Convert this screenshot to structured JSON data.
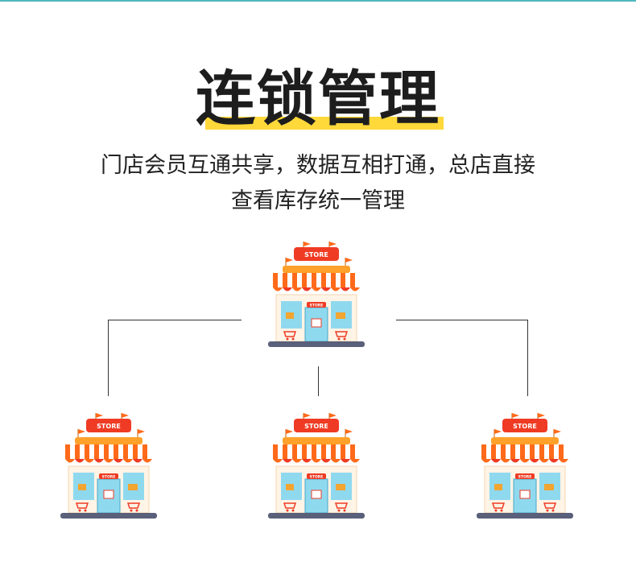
{
  "title": "连锁管理",
  "description": {
    "line1": "门店会员互通共享，数据互相打通，总店直接",
    "line2": "查看库存统一管理"
  },
  "stores": [
    {
      "id": "main",
      "sign": "STORE",
      "door_sign": "STORE"
    },
    {
      "id": "left",
      "sign": "STORE",
      "door_sign": "STORE"
    },
    {
      "id": "center",
      "sign": "STORE",
      "door_sign": "STORE"
    },
    {
      "id": "right",
      "sign": "STORE",
      "door_sign": "STORE"
    }
  ],
  "colors": {
    "accent_top_rule": "#4fb7c2",
    "title_highlight": "#ffd83a",
    "store_orange": "#ff6a1a",
    "store_red": "#ef3b24",
    "glass_blue": "#8fd9ef",
    "base_slate": "#5a5f7a"
  }
}
